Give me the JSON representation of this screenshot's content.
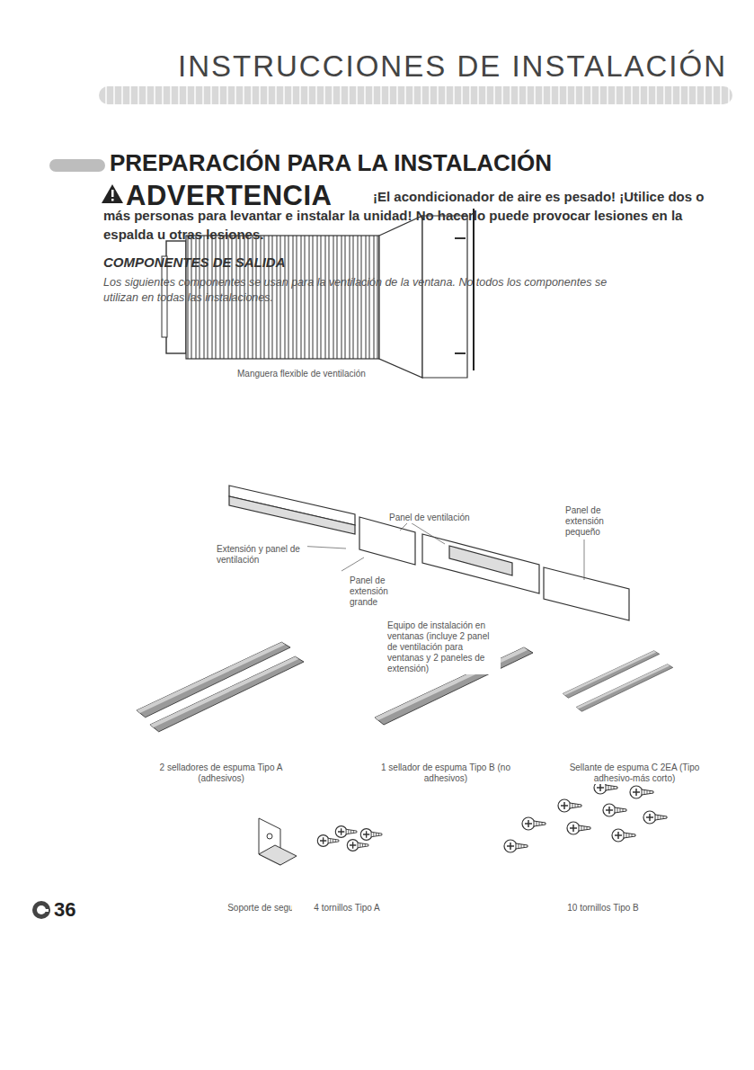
{
  "diagram": {
    "title": "INSTRUCCIONES DE INSTALACIÓN",
    "labels": [
      "PREPARACIÓN PARA LA INSTALACIÓN",
      "ADVERTENCIA",
      "¡El acondicionador de aire es pesado! ¡Utilice dos o más personas para levantar e instalar la unidad! No hacerlo puede provocar lesiones en la espalda u otras lesiones.",
      "COMPONENTES DE SALIDA",
      "Los siguientes componentes se usan para la ventilación de la ventana. No todos los componentes se utilizan en todas las instalaciones.",
      "Manguera flexible de ventilación",
      "Panel de ventilación",
      "Panel de extensión pequeño",
      "Extensión y panel de ventilación",
      "Panel de extensión grande",
      "Equipo de instalación en ventanas (incluye 2 panel de ventilación para ventanas y 2 paneles de extensión)",
      "2 selladores de espuma Tipo A (adhesivos)",
      "1 sellador de espuma Tipo B (no adhesivos)",
      "Sellante de espuma C 2EA (Tipo adhesivo-más corto)",
      "Soporte de seguridad",
      "4 tornillos Tipo A",
      "10 tornillos Tipo B",
      "36"
    ]
  }
}
